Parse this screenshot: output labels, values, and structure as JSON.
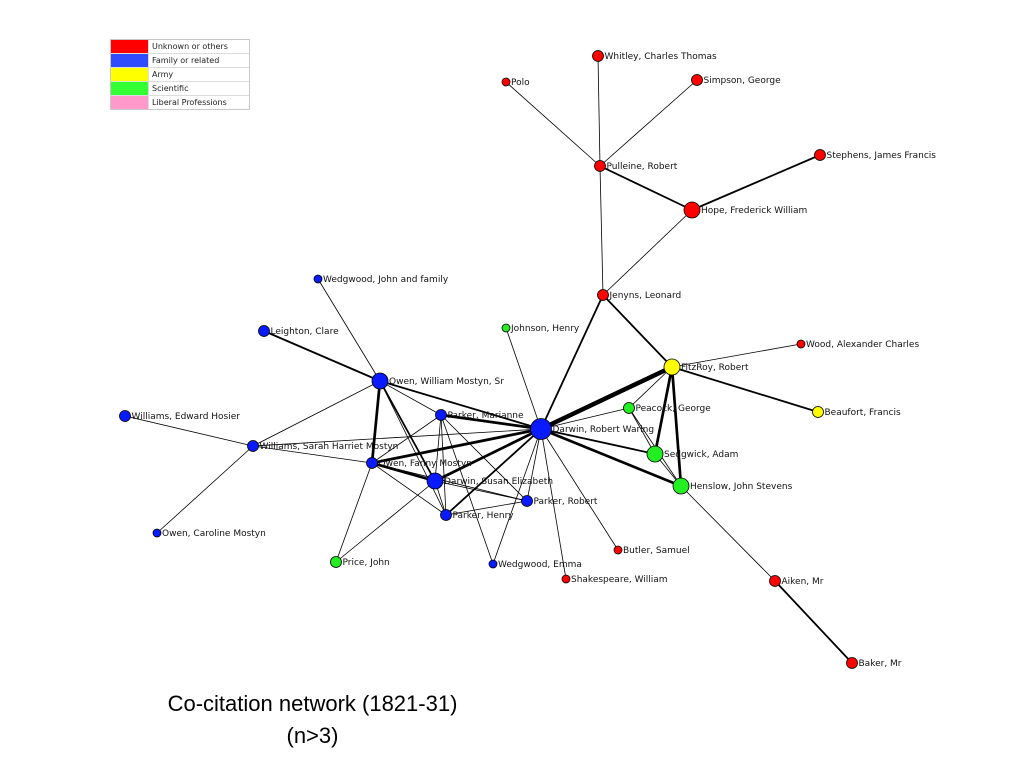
{
  "legend": {
    "items": [
      {
        "label": "Unknown or others",
        "color": "#ff0000"
      },
      {
        "label": "Family or related",
        "color": "#2f4cff"
      },
      {
        "label": "Army",
        "color": "#ffff00"
      },
      {
        "label": "Scientific",
        "color": "#33ff33"
      },
      {
        "label": "Liberal Professions",
        "color": "#ff99cc"
      }
    ]
  },
  "category_colors": {
    "unknown": "#ff0000",
    "family": "#0a1aff",
    "army": "#ffff00",
    "scientific": "#22ee22",
    "liberal": "#ff99cc"
  },
  "caption": {
    "line1": "Co-citation network (1821-31)",
    "line2": "(n>3)"
  },
  "network": {
    "nodes": [
      {
        "id": "whitley",
        "label": "Whitley, Charles Thomas",
        "category": "unknown",
        "size": "small"
      },
      {
        "id": "polo",
        "label": "Polo",
        "category": "unknown",
        "size": "tiny"
      },
      {
        "id": "simpson",
        "label": "Simpson, George",
        "category": "unknown",
        "size": "small"
      },
      {
        "id": "pulleine",
        "label": "Pulleine, Robert",
        "category": "unknown",
        "size": "small"
      },
      {
        "id": "stephens",
        "label": "Stephens, James Francis",
        "category": "unknown",
        "size": "small"
      },
      {
        "id": "hope",
        "label": "Hope, Frederick William",
        "category": "unknown",
        "size": "medium"
      },
      {
        "id": "jenyns",
        "label": "Jenyns, Leonard",
        "category": "unknown",
        "size": "small"
      },
      {
        "id": "wedgwood_jf",
        "label": "Wedgwood, John and family",
        "category": "family",
        "size": "tiny"
      },
      {
        "id": "leighton",
        "label": "Leighton, Clare",
        "category": "family",
        "size": "small"
      },
      {
        "id": "johnson",
        "label": "Johnson, Henry",
        "category": "scientific",
        "size": "tiny"
      },
      {
        "id": "fitzroy",
        "label": "FitzRoy, Robert",
        "category": "army",
        "size": "medium"
      },
      {
        "id": "wood",
        "label": "Wood, Alexander Charles",
        "category": "unknown",
        "size": "tiny"
      },
      {
        "id": "owen_wm",
        "label": "Owen, William Mostyn, Sr",
        "category": "family",
        "size": "medium"
      },
      {
        "id": "beaufort",
        "label": "Beaufort, Francis",
        "category": "army",
        "size": "small"
      },
      {
        "id": "peacock",
        "label": "Peacock, George",
        "category": "scientific",
        "size": "small"
      },
      {
        "id": "williams_eh",
        "label": "Williams, Edward Hosier",
        "category": "family",
        "size": "small"
      },
      {
        "id": "parker_m",
        "label": "Parker, Marianne",
        "category": "family",
        "size": "small"
      },
      {
        "id": "darwin_rw",
        "label": "Darwin, Robert Waring",
        "category": "family",
        "size": "large"
      },
      {
        "id": "williams_shm",
        "label": "Williams, Sarah Harriet Mostyn",
        "category": "family",
        "size": "small"
      },
      {
        "id": "sedgwick",
        "label": "Sedgwick, Adam",
        "category": "scientific",
        "size": "medium"
      },
      {
        "id": "owen_fm",
        "label": "Owen, Fanny Mostyn",
        "category": "family",
        "size": "small"
      },
      {
        "id": "darwin_se",
        "label": "Darwin, Susan Elizabeth",
        "category": "family",
        "size": "medium"
      },
      {
        "id": "henslow",
        "label": "Henslow, John Stevens",
        "category": "scientific",
        "size": "medium"
      },
      {
        "id": "parker_r",
        "label": "Parker, Robert",
        "category": "family",
        "size": "small"
      },
      {
        "id": "parker_h",
        "label": "Parker, Henry",
        "category": "family",
        "size": "small"
      },
      {
        "id": "owen_cm",
        "label": "Owen, Caroline Mostyn",
        "category": "family",
        "size": "tiny"
      },
      {
        "id": "butler",
        "label": "Butler, Samuel",
        "category": "unknown",
        "size": "tiny"
      },
      {
        "id": "wedgwood_e",
        "label": "Wedgwood, Emma",
        "category": "family",
        "size": "tiny"
      },
      {
        "id": "price",
        "label": "Price, John",
        "category": "scientific",
        "size": "small"
      },
      {
        "id": "shakespeare",
        "label": "Shakespeare, William",
        "category": "unknown",
        "size": "tiny"
      },
      {
        "id": "aiken",
        "label": "Aiken, Mr",
        "category": "unknown",
        "size": "small"
      },
      {
        "id": "baker",
        "label": "Baker, Mr",
        "category": "unknown",
        "size": "small"
      }
    ],
    "edges": [
      {
        "source": "whitley",
        "target": "pulleine",
        "weight": 1
      },
      {
        "source": "polo",
        "target": "pulleine",
        "weight": 1
      },
      {
        "source": "simpson",
        "target": "pulleine",
        "weight": 1
      },
      {
        "source": "pulleine",
        "target": "hope",
        "weight": 2
      },
      {
        "source": "pulleine",
        "target": "jenyns",
        "weight": 1
      },
      {
        "source": "stephens",
        "target": "hope",
        "weight": 2
      },
      {
        "source": "hope",
        "target": "jenyns",
        "weight": 1
      },
      {
        "source": "jenyns",
        "target": "fitzroy",
        "weight": 2
      },
      {
        "source": "jenyns",
        "target": "darwin_rw",
        "weight": 2
      },
      {
        "source": "wood",
        "target": "fitzroy",
        "weight": 1
      },
      {
        "source": "fitzroy",
        "target": "beaufort",
        "weight": 2
      },
      {
        "source": "fitzroy",
        "target": "darwin_rw",
        "weight": 5
      },
      {
        "source": "fitzroy",
        "target": "peacock",
        "weight": 1
      },
      {
        "source": "fitzroy",
        "target": "sedgwick",
        "weight": 3
      },
      {
        "source": "fitzroy",
        "target": "henslow",
        "weight": 3
      },
      {
        "source": "peacock",
        "target": "darwin_rw",
        "weight": 1
      },
      {
        "source": "peacock",
        "target": "sedgwick",
        "weight": 1
      },
      {
        "source": "peacock",
        "target": "henslow",
        "weight": 1
      },
      {
        "source": "sedgwick",
        "target": "darwin_rw",
        "weight": 2
      },
      {
        "source": "sedgwick",
        "target": "henslow",
        "weight": 1
      },
      {
        "source": "henslow",
        "target": "darwin_rw",
        "weight": 3
      },
      {
        "source": "henslow",
        "target": "aiken",
        "weight": 1
      },
      {
        "source": "aiken",
        "target": "baker",
        "weight": 2
      },
      {
        "source": "johnson",
        "target": "darwin_rw",
        "weight": 1
      },
      {
        "source": "wedgwood_jf",
        "target": "owen_wm",
        "weight": 1
      },
      {
        "source": "leighton",
        "target": "owen_wm",
        "weight": 2
      },
      {
        "source": "owen_wm",
        "target": "parker_m",
        "weight": 1
      },
      {
        "source": "owen_wm",
        "target": "darwin_rw",
        "weight": 2
      },
      {
        "source": "owen_wm",
        "target": "owen_fm",
        "weight": 3
      },
      {
        "source": "owen_wm",
        "target": "darwin_se",
        "weight": 2
      },
      {
        "source": "owen_wm",
        "target": "williams_shm",
        "weight": 1
      },
      {
        "source": "owen_wm",
        "target": "parker_h",
        "weight": 1
      },
      {
        "source": "williams_eh",
        "target": "williams_shm",
        "weight": 1
      },
      {
        "source": "williams_shm",
        "target": "owen_cm",
        "weight": 1
      },
      {
        "source": "williams_shm",
        "target": "owen_fm",
        "weight": 1
      },
      {
        "source": "williams_shm",
        "target": "darwin_rw",
        "weight": 1
      },
      {
        "source": "parker_m",
        "target": "darwin_rw",
        "weight": 3
      },
      {
        "source": "parker_m",
        "target": "owen_fm",
        "weight": 1
      },
      {
        "source": "parker_m",
        "target": "darwin_se",
        "weight": 1
      },
      {
        "source": "parker_m",
        "target": "parker_h",
        "weight": 1
      },
      {
        "source": "parker_m",
        "target": "parker_r",
        "weight": 1
      },
      {
        "source": "parker_m",
        "target": "wedgwood_e",
        "weight": 1
      },
      {
        "source": "owen_fm",
        "target": "darwin_rw",
        "weight": 3
      },
      {
        "source": "owen_fm",
        "target": "darwin_se",
        "weight": 3
      },
      {
        "source": "owen_fm",
        "target": "price",
        "weight": 1
      },
      {
        "source": "owen_fm",
        "target": "parker_h",
        "weight": 1
      },
      {
        "source": "owen_fm",
        "target": "parker_r",
        "weight": 1
      },
      {
        "source": "darwin_se",
        "target": "darwin_rw",
        "weight": 3
      },
      {
        "source": "darwin_se",
        "target": "parker_r",
        "weight": 1
      },
      {
        "source": "darwin_se",
        "target": "parker_h",
        "weight": 1
      },
      {
        "source": "darwin_se",
        "target": "price",
        "weight": 1
      },
      {
        "source": "parker_h",
        "target": "darwin_rw",
        "weight": 2
      },
      {
        "source": "parker_r",
        "target": "darwin_rw",
        "weight": 1
      },
      {
        "source": "parker_r",
        "target": "parker_h",
        "weight": 1
      },
      {
        "source": "wedgwood_e",
        "target": "darwin_rw",
        "weight": 1
      },
      {
        "source": "butler",
        "target": "darwin_rw",
        "weight": 1
      },
      {
        "source": "shakespeare",
        "target": "darwin_rw",
        "weight": 1
      }
    ]
  }
}
